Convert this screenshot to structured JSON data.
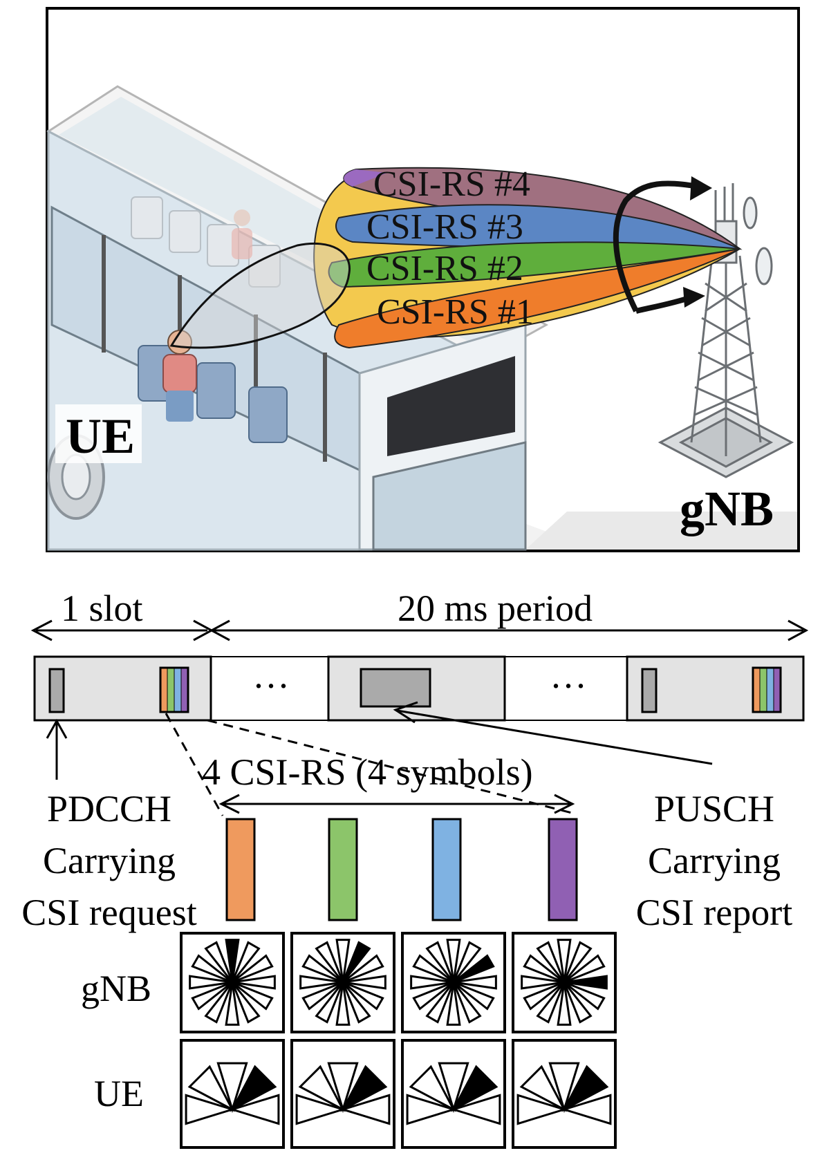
{
  "scene": {
    "ue_label": "UE",
    "gnb_label": "gNB",
    "beams": [
      {
        "label": "CSI-RS #4",
        "color": "#a0526a"
      },
      {
        "label": "CSI-RS #3",
        "color": "#5b86c4"
      },
      {
        "label": "CSI-RS #2",
        "color": "#5fae3c"
      },
      {
        "label": "CSI-RS #1",
        "color": "#ef7d2b"
      }
    ],
    "outer_beam_color": "#f3c94e"
  },
  "timeline": {
    "slot_label": "1 slot",
    "period_label": "20 ms period",
    "ellipsis": "···",
    "csi_rs_label": "4 CSI-RS (4 symbols)",
    "pdcch_lines": [
      "PDCCH",
      "Carrying",
      "CSI request"
    ],
    "pusch_lines": [
      "PUSCH",
      "Carrying",
      "CSI report"
    ],
    "symbol_colors": [
      "#ef9a5e",
      "#8cc56a",
      "#7fb2e2",
      "#9060b3"
    ],
    "gnb_row_label": "gNB",
    "ue_row_label": "UE"
  }
}
